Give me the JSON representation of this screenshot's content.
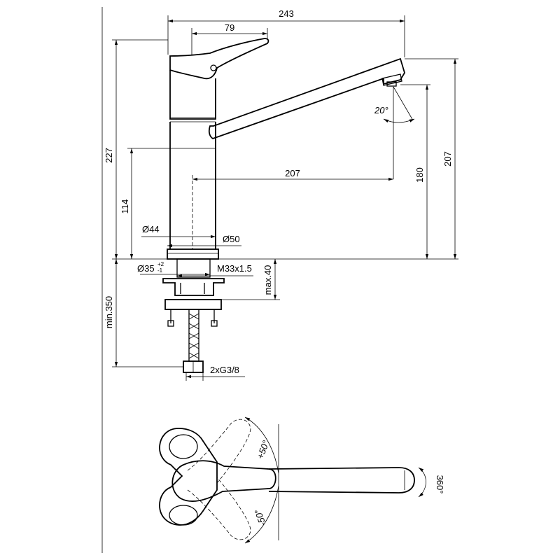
{
  "dimensions": {
    "total_width": "243",
    "lever_width": "79",
    "total_height": "227",
    "spout_height": "207",
    "spout_outlet_height": "180",
    "spout_reach": "207",
    "body_section_height": "114",
    "body_diameter_upper": "Ø44",
    "body_diameter_base": "Ø50",
    "hole_diameter": "Ø35",
    "hole_tolerance_plus": "+2",
    "hole_tolerance_minus": "-1",
    "thread": "M33x1.5",
    "max_deck_thickness": "max.40",
    "hose_length": "min.350",
    "connections": "2xG3/8",
    "spout_tilt": "20°"
  },
  "plan_view": {
    "lever_swing_up": "+50°",
    "lever_swing_down": "-50°",
    "spout_rotation": "360°"
  }
}
